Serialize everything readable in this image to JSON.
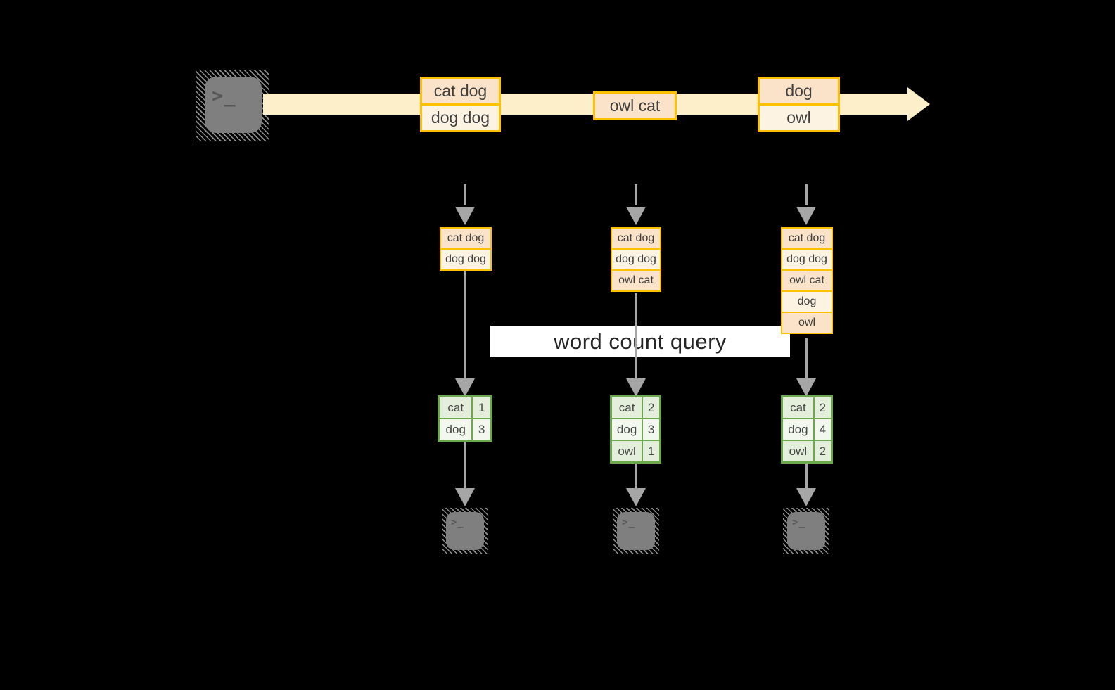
{
  "palette": {
    "background": "#000000",
    "amber_border": "#FFC000",
    "row_peach": "#FAE3C8",
    "row_cream": "#FDF3E3",
    "stream_band": "#FCEFC9",
    "green_border": "#6CA94C",
    "green_cell_dark": "#E3EFDA",
    "green_cell_light": "#F2F8EE",
    "connector_gray": "#A6A6A6",
    "terminal_gray": "#7F7F7F",
    "terminal_glyph_gray": "#575757",
    "text_dark": "#3F3F3F",
    "query_band_bg": "#FFFFFF",
    "query_text": "#262626"
  },
  "source": {
    "icon": "terminal-icon",
    "glyph": ">_"
  },
  "stream": {
    "events": [
      {
        "rows": [
          "cat dog",
          "dog dog"
        ]
      },
      {
        "rows": [
          "owl cat"
        ]
      },
      {
        "rows": [
          "dog",
          "owl"
        ]
      }
    ]
  },
  "query": {
    "label": "word count query"
  },
  "columns": [
    {
      "buffer": [
        "cat dog",
        "dog dog"
      ],
      "result": [
        {
          "word": "cat",
          "count": "1"
        },
        {
          "word": "dog",
          "count": "3"
        }
      ]
    },
    {
      "buffer": [
        "cat dog",
        "dog dog",
        "owl cat"
      ],
      "result": [
        {
          "word": "cat",
          "count": "2"
        },
        {
          "word": "dog",
          "count": "3"
        },
        {
          "word": "owl",
          "count": "1"
        }
      ]
    },
    {
      "buffer": [
        "cat dog",
        "dog dog",
        "owl cat",
        "dog",
        "owl"
      ],
      "result": [
        {
          "word": "cat",
          "count": "2"
        },
        {
          "word": "dog",
          "count": "4"
        },
        {
          "word": "owl",
          "count": "2"
        }
      ]
    }
  ],
  "sinks": [
    {
      "icon": "terminal-icon",
      "glyph": ">_"
    },
    {
      "icon": "terminal-icon",
      "glyph": ">_"
    },
    {
      "icon": "terminal-icon",
      "glyph": ">_"
    }
  ]
}
